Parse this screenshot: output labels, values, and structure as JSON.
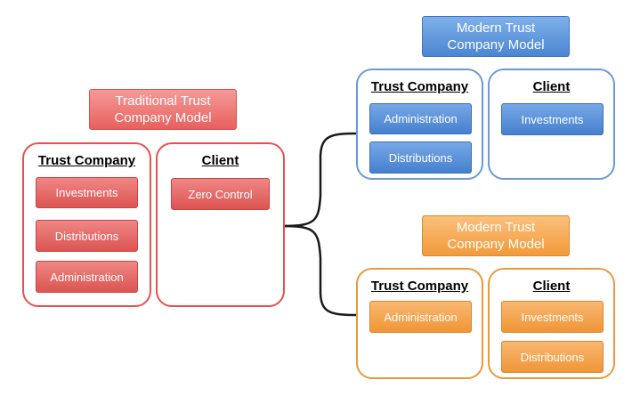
{
  "traditional": {
    "title": "Traditional Trust\nCompany Model",
    "trust_company": {
      "heading": "Trust Company",
      "items": [
        "Investments",
        "Distributions",
        "Administration"
      ]
    },
    "client": {
      "heading": "Client",
      "items": [
        "Zero Control"
      ]
    }
  },
  "modern_a": {
    "title": "Modern Trust\nCompany Model",
    "trust_company": {
      "heading": "Trust Company",
      "items": [
        "Administration",
        "Distributions"
      ]
    },
    "client": {
      "heading": "Client",
      "items": [
        "Investments"
      ]
    }
  },
  "modern_b": {
    "title": "Modern Trust\nCompany Model",
    "trust_company": {
      "heading": "Trust Company",
      "items": [
        "Administration"
      ]
    },
    "client": {
      "heading": "Client",
      "items": [
        "Investments",
        "Distributions"
      ]
    }
  },
  "colors": {
    "red": "#e8504e",
    "blue": "#4b86d3",
    "orange": "#f29a3a",
    "connector": "#1a1a1a"
  }
}
